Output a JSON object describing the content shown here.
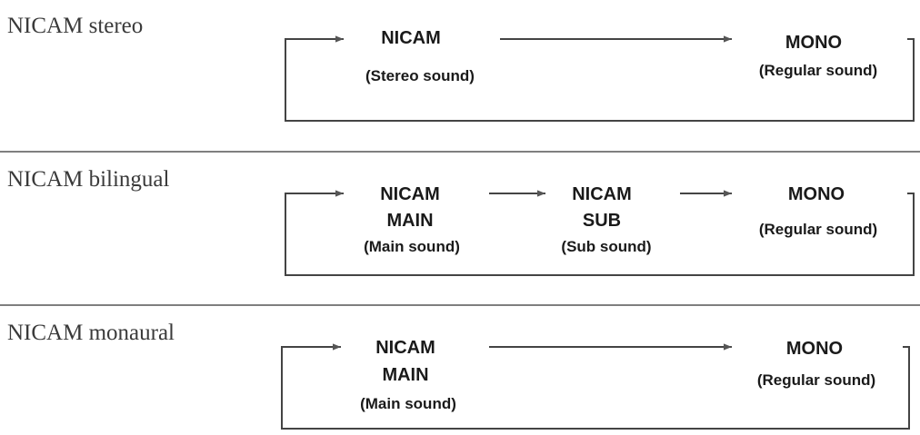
{
  "colors": {
    "line": "#444444",
    "text": "#1a1a1a",
    "heading": "#3a3a3a"
  },
  "sections": [
    {
      "title": "NICAM stereo",
      "nodes": [
        {
          "lines": [
            "NICAM",
            "(Stereo sound)"
          ]
        },
        {
          "lines": [
            "MONO",
            "(Regular sound)"
          ]
        }
      ]
    },
    {
      "title": "NICAM bilingual",
      "nodes": [
        {
          "lines": [
            "NICAM",
            "MAIN",
            "(Main sound)"
          ]
        },
        {
          "lines": [
            "NICAM",
            "SUB",
            "(Sub sound)"
          ]
        },
        {
          "lines": [
            "MONO",
            "(Regular sound)"
          ]
        }
      ]
    },
    {
      "title": "NICAM monaural",
      "nodes": [
        {
          "lines": [
            "NICAM",
            "MAIN",
            "(Main sound)"
          ]
        },
        {
          "lines": [
            "MONO",
            "(Regular sound)"
          ]
        }
      ]
    }
  ]
}
